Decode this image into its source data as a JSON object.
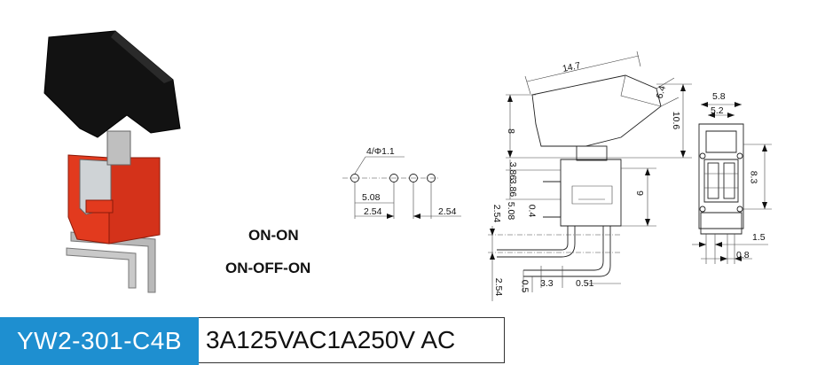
{
  "modes": [
    "ON-ON",
    "ON-OFF-ON"
  ],
  "model": "YW2-301-C4B",
  "rating": "3A125VAC1A250V AC",
  "colors": {
    "model_bg": "#1e8fd0",
    "model_text": "#ffffff",
    "housing_red": "#e23a1e",
    "actuator_black": "#121212"
  },
  "pcb_layout": {
    "holes_label": "4/Φ1.1",
    "dim_5_08": "5.08",
    "dim_2_54_left": "2.54",
    "dim_2_54_right": "2.54"
  },
  "side_view": {
    "dim_14_7": "14.7",
    "dim_6_4": "6.4",
    "dim_10_6": "10.6",
    "dim_8": "8",
    "dim_3_86": "3.86",
    "dim_3_86b": "3.86",
    "dim_9": "9",
    "dim_5_08": "5.08",
    "dim_2_54_a": "2.54",
    "dim_0_4": "0.4",
    "dim_2_54_b": "2.54",
    "dim_0_5": "0.5",
    "dim_3_3": "3.3",
    "dim_0_51": "0.51"
  },
  "front_view": {
    "dim_5_8": "5.8",
    "dim_5_2": "5.2",
    "dim_8_3": "8.3",
    "dim_1_5": "1.5",
    "dim_0_8": "0.8"
  }
}
